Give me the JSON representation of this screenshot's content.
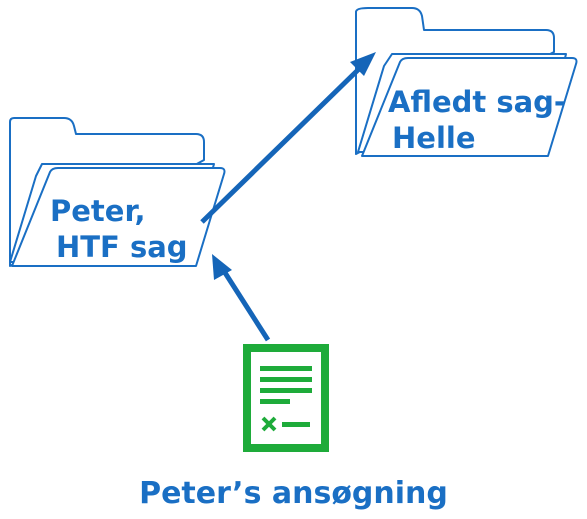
{
  "diagram": {
    "folders": [
      {
        "id": "peter",
        "label_line1": "Peter,",
        "label_line2": "HTF sag"
      },
      {
        "id": "helle",
        "label_line1": "Afledt sag-",
        "label_line2": "Helle"
      }
    ],
    "document": {
      "icon": "application-document-icon",
      "caption": "Peter’s ansøgning"
    },
    "colors": {
      "folder_stroke": "#1a6fc4",
      "arrow": "#1565b8",
      "text": "#1a6fc4",
      "document": "#1eab3a"
    }
  }
}
